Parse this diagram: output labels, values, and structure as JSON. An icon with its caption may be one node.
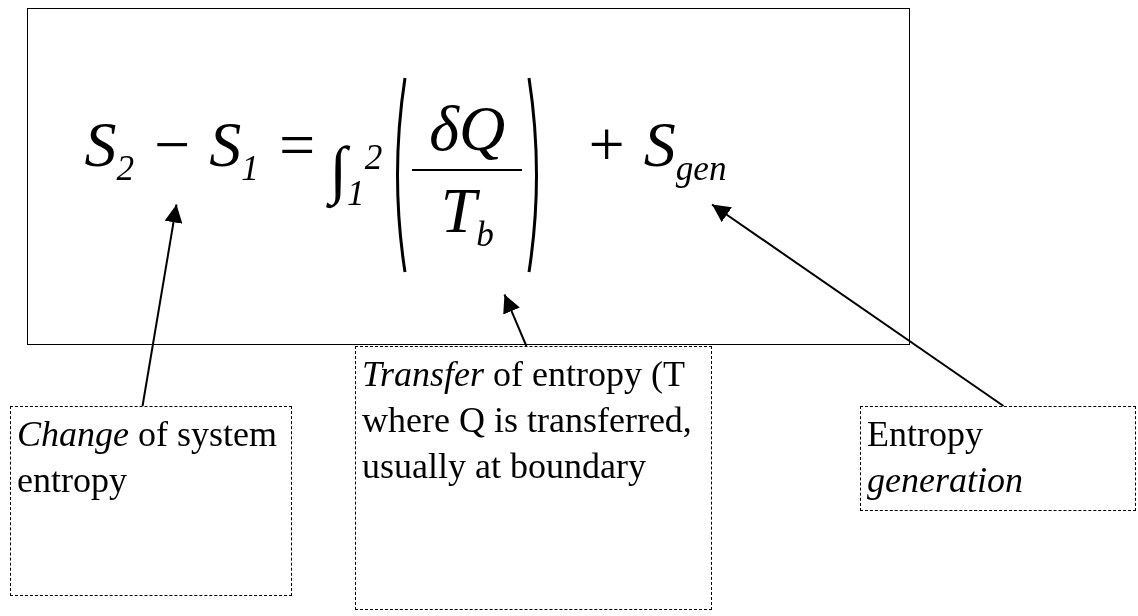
{
  "diagram": {
    "nodes": [
      {
        "text": [],
        "shape": "box"
      },
      {
        "text": [
          "S$_{2}$ − S$_{1}$ ="
        ],
        "in": 0
      },
      {
        "text": [
          "∫$_{1}$$^{2}$",
          "δQ",
          "T$_{b}$"
        ],
        "in": 0
      },
      {
        "text": [
          "+ S$_{gen}$"
        ],
        "in": 0
      },
      {
        "text": [
          "*Change* of system entropy"
        ]
      },
      {
        "text": [
          "*Transfer* of entropy (T where Q is transferred, usually at boundary"
        ]
      },
      {
        "text": [
          "Entropy *generation*"
        ]
      }
    ],
    "edges": [
      {
        "from": 4,
        "to": 1,
        "arrow": "to"
      },
      {
        "from": 5,
        "to": 2,
        "arrow": "to"
      },
      {
        "from": 6,
        "to": 3,
        "arrow": "to"
      }
    ]
  }
}
